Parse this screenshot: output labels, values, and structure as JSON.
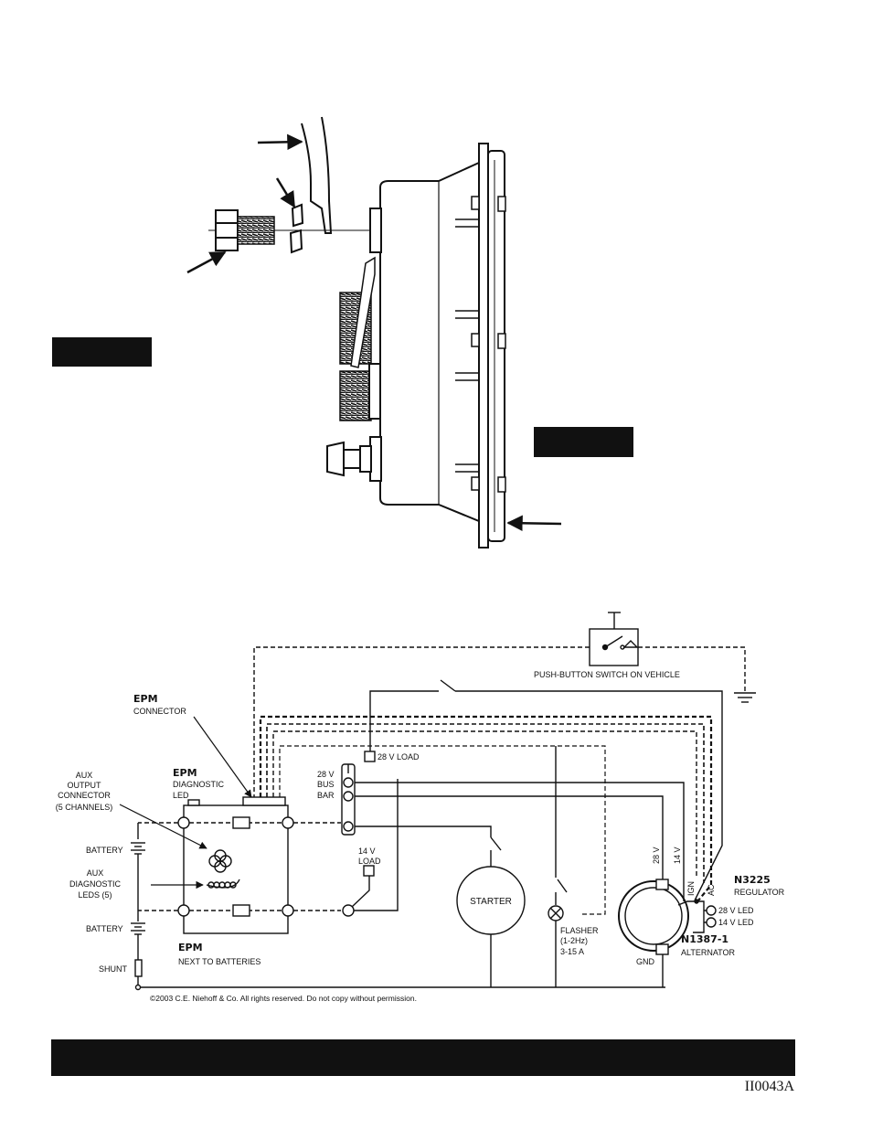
{
  "illustration": {
    "label_boxes": [
      "",
      ""
    ]
  },
  "schematic": {
    "epm_connector": {
      "title": "EPM",
      "sub": "CONNECTOR"
    },
    "epm_diag": {
      "title": "EPM",
      "sub1": "DIAGNOSTIC",
      "sub2": "LED"
    },
    "epm_batteries": {
      "title": "EPM",
      "sub": "NEXT TO BATTERIES"
    },
    "aux_output": [
      "AUX",
      "OUTPUT",
      "CONNECTOR",
      "(5 CHANNELS)"
    ],
    "aux_diag": [
      "AUX",
      "DIAGNOSTIC",
      "LEDS (5)"
    ],
    "battery_top": "BATTERY",
    "battery_bottom": "BATTERY",
    "shunt": "SHUNT",
    "push_button": "PUSH-BUTTON SWITCH ON VEHICLE",
    "load_28": "28 V LOAD",
    "bus_bar": [
      "28 V",
      "BUS",
      "BAR"
    ],
    "load_14": [
      "14 V",
      "LOAD"
    ],
    "starter": "STARTER",
    "flasher": [
      "FLASHER",
      "(1-2Hz)",
      "3-15 A"
    ],
    "alt_28v": "28 V",
    "alt_14v": "14 V",
    "ign": "IGN",
    "ac": "AC",
    "regulator": {
      "title": "N3225",
      "sub": "REGULATOR"
    },
    "led_28": "28 V LED",
    "led_14": "14 V LED",
    "alternator": {
      "title": "N1387-1",
      "sub": "ALTERNATOR"
    },
    "gnd": "GND",
    "copyright": "©2003 C.E. Niehoff & Co. All rights reserved. Do not copy without permission."
  },
  "footer": {
    "bar_text": "",
    "doc_code": "II0043A"
  },
  "colors": {
    "ink": "#111111",
    "footer_bar": "#111111",
    "paper": "#ffffff"
  }
}
